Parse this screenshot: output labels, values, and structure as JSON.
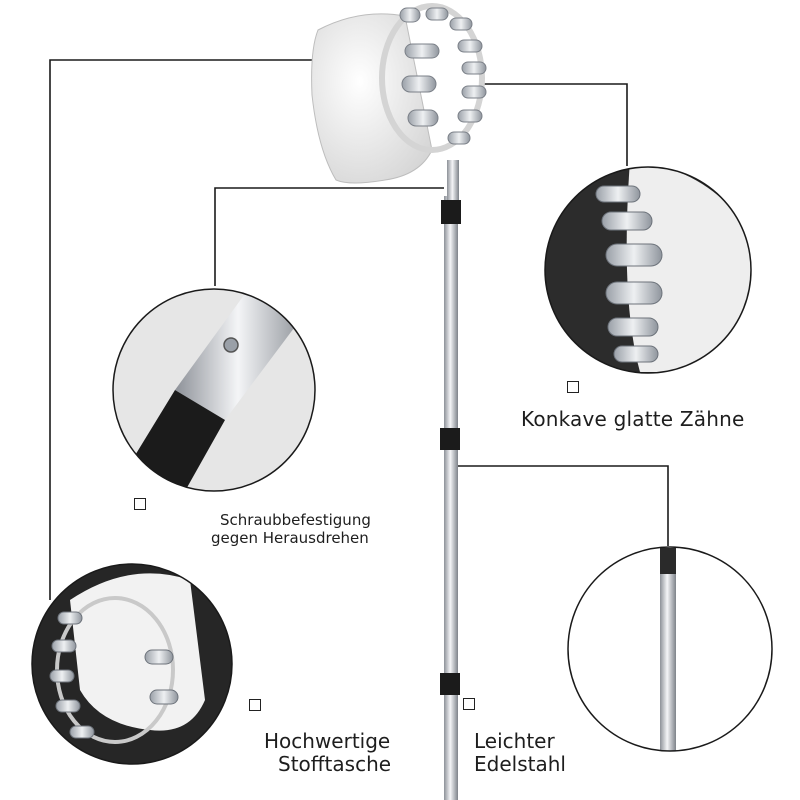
{
  "features": {
    "teeth": {
      "text": "Konkave glatte Zähne"
    },
    "screw": {
      "line1": "Schraubbefestigung",
      "line2": "gegen Herausdrehen"
    },
    "fabric": {
      "line1": "Hochwertige",
      "line2": "Stofftasche"
    },
    "steel": {
      "line1": "Leichter",
      "line2": "Edelstahl"
    }
  },
  "colors": {
    "background": "#ffffff",
    "leader_line": "#1a1a1a",
    "pole_metal": "#c9ccd1",
    "pole_shadow": "#8d9198",
    "joint_black": "#1b1b1b",
    "fabric_white": "#f1f1f1",
    "teeth_steel": "#b8bcc2",
    "inset_background": "#262626"
  }
}
